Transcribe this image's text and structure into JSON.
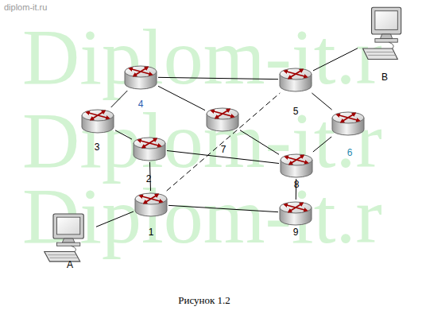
{
  "diagram": {
    "caption": "Рисунок 1.2",
    "nodes": [
      {
        "text": [
          "B"
        ]
      },
      {
        "text": [
          "4"
        ]
      },
      {
        "text": [
          "5"
        ]
      },
      {
        "text": [
          "3"
        ]
      },
      {
        "text": [
          "7"
        ]
      },
      {
        "text": [
          "6"
        ]
      },
      {
        "text": [
          "2"
        ]
      },
      {
        "text": [
          "8"
        ]
      },
      {
        "text": [
          "1"
        ]
      },
      {
        "text": [
          "9"
        ]
      },
      {
        "text": [
          "A"
        ]
      }
    ],
    "edges": [
      {
        "from": 1,
        "to": 3,
        "arrow": "none"
      },
      {
        "from": 1,
        "to": 2,
        "arrow": "none"
      },
      {
        "from": 1,
        "to": 4,
        "arrow": "none"
      },
      {
        "from": 3,
        "to": 6,
        "arrow": "none"
      },
      {
        "from": 6,
        "to": 8,
        "arrow": "none"
      },
      {
        "from": 6,
        "to": 7,
        "arrow": "none"
      },
      {
        "from": 4,
        "to": 7,
        "arrow": "none"
      },
      {
        "from": 2,
        "to": 5,
        "arrow": "none"
      },
      {
        "from": 5,
        "to": 7,
        "arrow": "none"
      },
      {
        "from": 7,
        "to": 9,
        "arrow": "none"
      },
      {
        "from": 8,
        "to": 9,
        "arrow": "none"
      },
      {
        "from": 8,
        "to": 2,
        "arrow": "none"
      },
      {
        "from": 10,
        "to": 8,
        "arrow": "none"
      },
      {
        "from": 0,
        "to": 2,
        "arrow": "none"
      }
    ],
    "labels": [
      "diplom-it.ru",
      "Diplom-it.r",
      "Diplom-it.r",
      "Diplom-it.r"
    ]
  }
}
